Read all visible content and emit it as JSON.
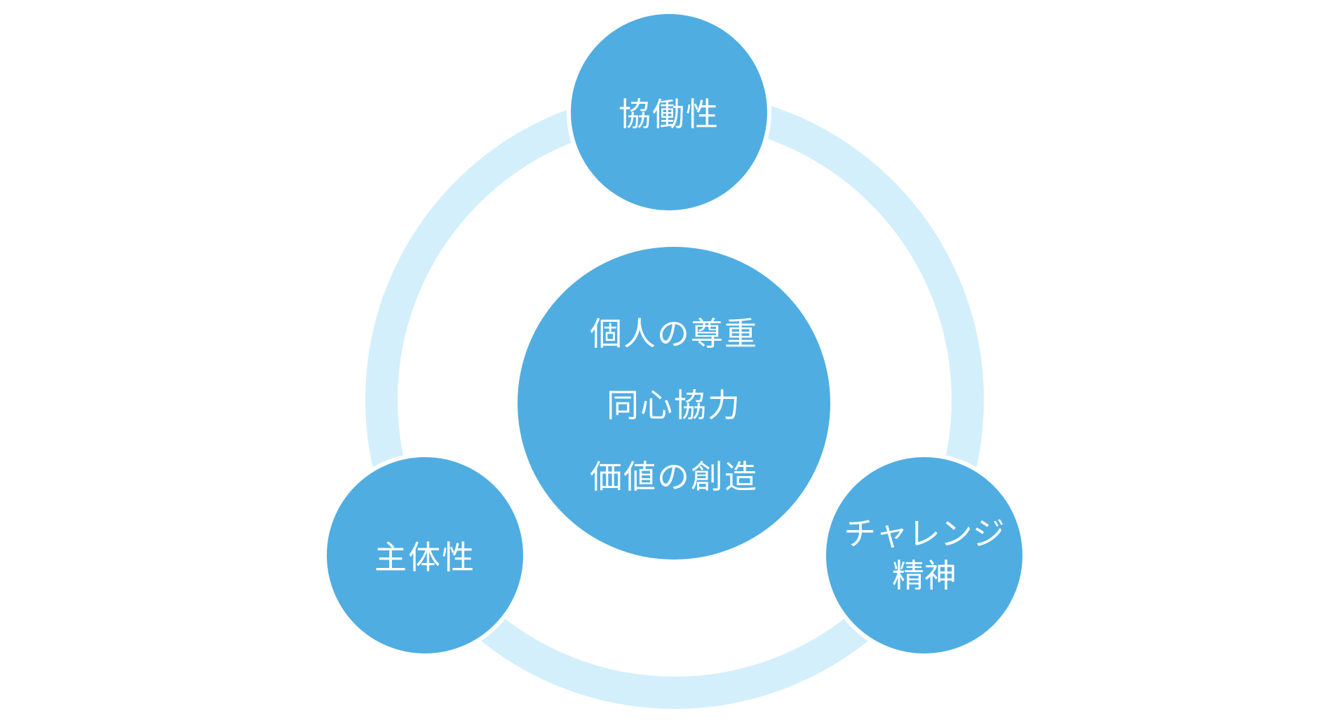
{
  "colors": {
    "node_fill": "#4FADE2",
    "ring_fill": "#D3EFFB",
    "text": "#ffffff",
    "background": "#ffffff"
  },
  "center": {
    "lines": [
      "個人の尊重",
      "同心協力",
      "価値の創造"
    ]
  },
  "nodes": {
    "top": {
      "label": "協働性"
    },
    "left": {
      "label": "主体性"
    },
    "right": {
      "lines": [
        "チャレンジ",
        "精神"
      ]
    }
  }
}
